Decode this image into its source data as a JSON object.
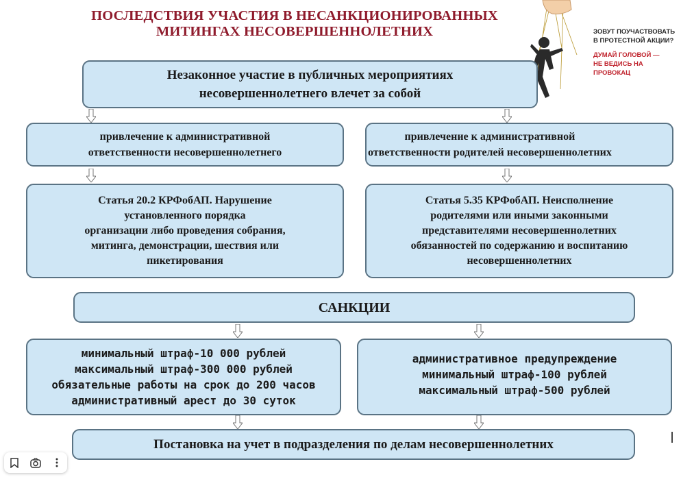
{
  "title": {
    "line1": "ПОСЛЕДСТВИЯ УЧАСТИЯ В НЕСАНКЦИОНИРОВАННЫХ",
    "line2": "МИТИНГАХ НЕСОВЕРШЕННОЛЕТНИХ"
  },
  "ad": {
    "caption": "ЗОВУТ ПОУЧАСТВОВАТЬ\nВ ПРОТЕСТНОЙ АКЦИИ?",
    "slogan": "ДУМАЙ ГОЛОВОЙ —\nНЕ ВЕДИСЬ НА ПРОВОКАЦ",
    "figure_icon": "puppet-protester-icon"
  },
  "diagram": {
    "main": "Незаконное участие в публичных мероприятиях\nнесовершеннолетнего влечет за собой",
    "left_responsibility": "привлечение к административной\nответственности несовершеннолетнего",
    "right_responsibility": "привлечение к административной\nответственности родителей несовершеннолетних",
    "left_article": "Статья 20.2 КРФобАП. Нарушение\nустановленного порядка\nорганизации либо проведения собрания,\nмитинга, демонстрации, шествия или\nпикетирования",
    "right_article": "Статья 5.35 КРФобАП. Неисполнение\nродителями или иными законными\nпредставителями несовершеннолетних\nобязанностей по содержанию и воспитанию\nнесовершеннолетних",
    "sanctions": "САНКЦИИ",
    "left_sanctions": "минимальный штраф-10 000 рублей\nмаксимальный штраф-300 000 рублей\nобязательные работы на срок до 200 часов\nадминистративный арест до 30 суток",
    "right_sanctions": "административное предупреждение\nминимальный штраф-100 рублей\nмаксимальный штраф-500 рублей",
    "bottom": "Постановка на учет в подразделения по делам несовершеннолетних"
  },
  "toolbar": {
    "bookmark_icon": "bookmark-icon",
    "lens_icon": "lens-icon",
    "more_icon": "more-icon"
  },
  "colors": {
    "title": "#8f1b2c",
    "box_fill": "#cfe6f5",
    "box_border": "#5a7384",
    "slogan": "#c0242e"
  }
}
